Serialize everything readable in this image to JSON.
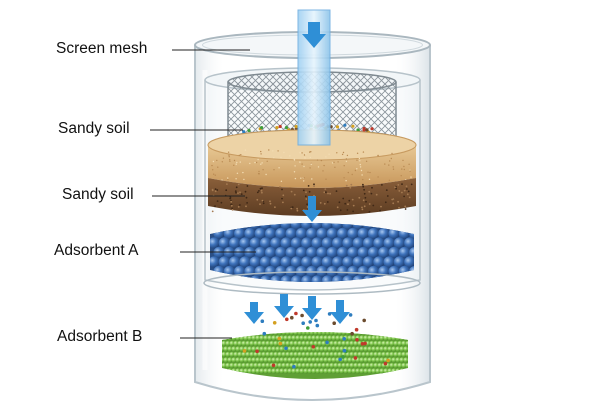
{
  "labels": {
    "screen_mesh": "Screen mesh",
    "sandy_soil_top": "Sandy soil",
    "sandy_soil_bottom": "Sandy soil",
    "adsorbent_a": "Adsorbent A",
    "adsorbent_b": "Adsorbent B"
  },
  "colors": {
    "flow_arrow": "#2f8fd6",
    "fine_sand": "#d4a86c",
    "coarse_sand": "#6e4a2c",
    "adsorbent_a": "#3e6fb4",
    "adsorbent_b": "#7dc24a",
    "glass": "#c9d6de",
    "leader_line": "#222222",
    "label_text": "#111111"
  },
  "icons": [
    "flow-arrow-icon",
    "mesh-basket-icon",
    "bead-icon"
  ]
}
